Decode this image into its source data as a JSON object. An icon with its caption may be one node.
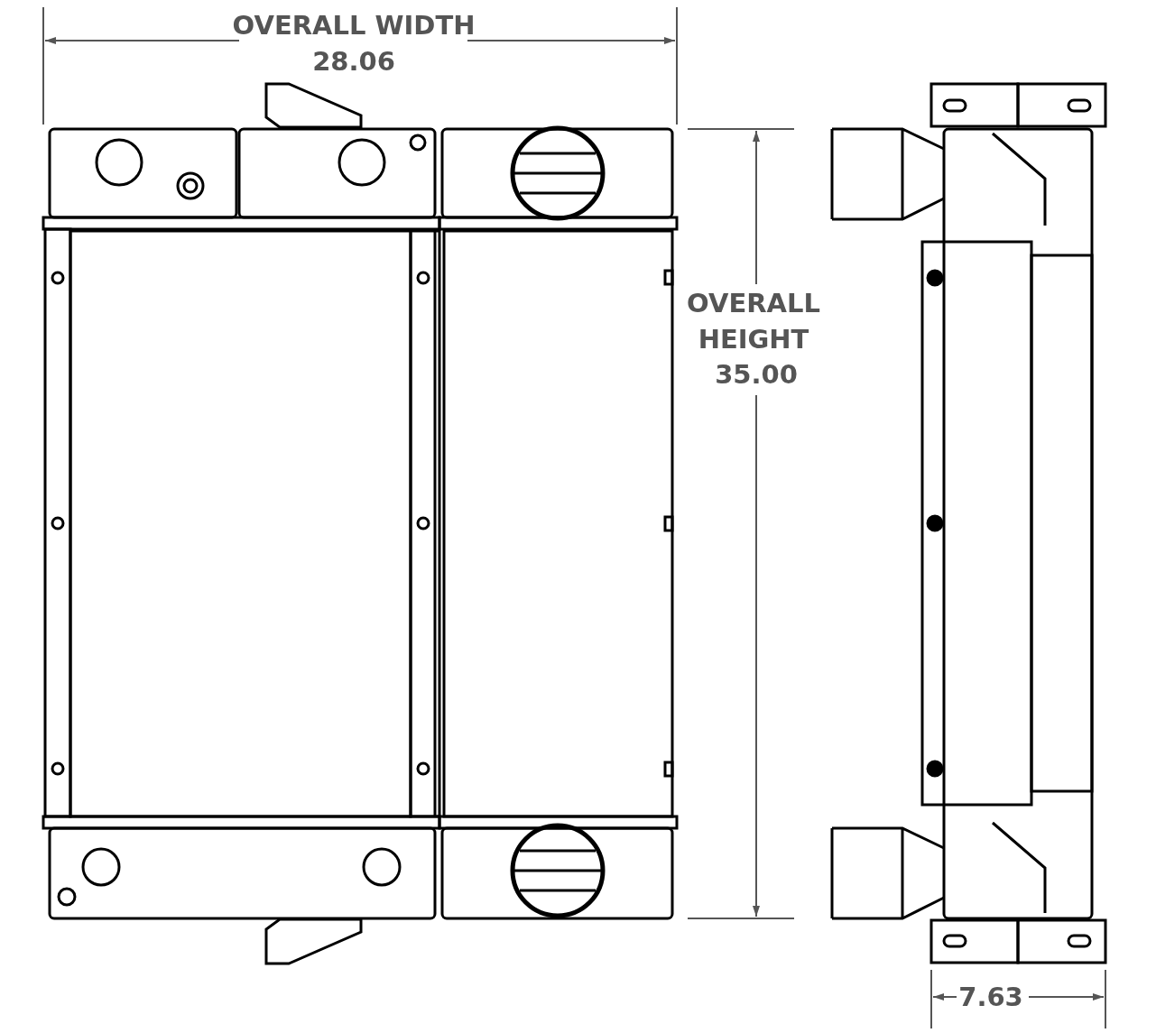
{
  "diagram": {
    "labels": [
      "OVERALL WIDTH",
      "28.06",
      "OVERALL HEIGHT",
      "35.00",
      "7.63"
    ]
  }
}
